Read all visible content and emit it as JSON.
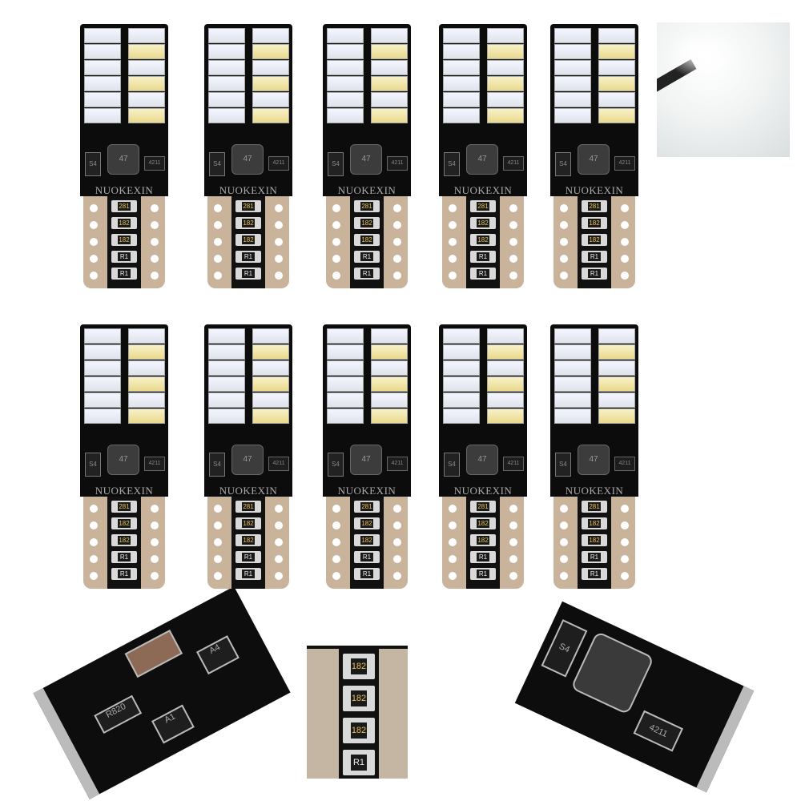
{
  "product": {
    "watermark": "NUOKEXIN",
    "bulb_count": 10,
    "inductor_marking": "47",
    "diode_marking": "S4",
    "chip_marking": "4211",
    "resistor_codes": [
      "281",
      "182",
      "182",
      "R1",
      "R1"
    ]
  },
  "details": {
    "left": {
      "resistor": "R820",
      "transistor_a": "A4",
      "transistor_b": "A1"
    },
    "center": {
      "resistor_codes": [
        "182",
        "182",
        "182",
        "R1"
      ]
    },
    "right": {
      "diode": "S4",
      "chip": "4211"
    }
  },
  "colors": {
    "pcb_black": "#0c0c0c",
    "base_tan": "#c9b39a",
    "led_white": "#f4f6ff"
  }
}
